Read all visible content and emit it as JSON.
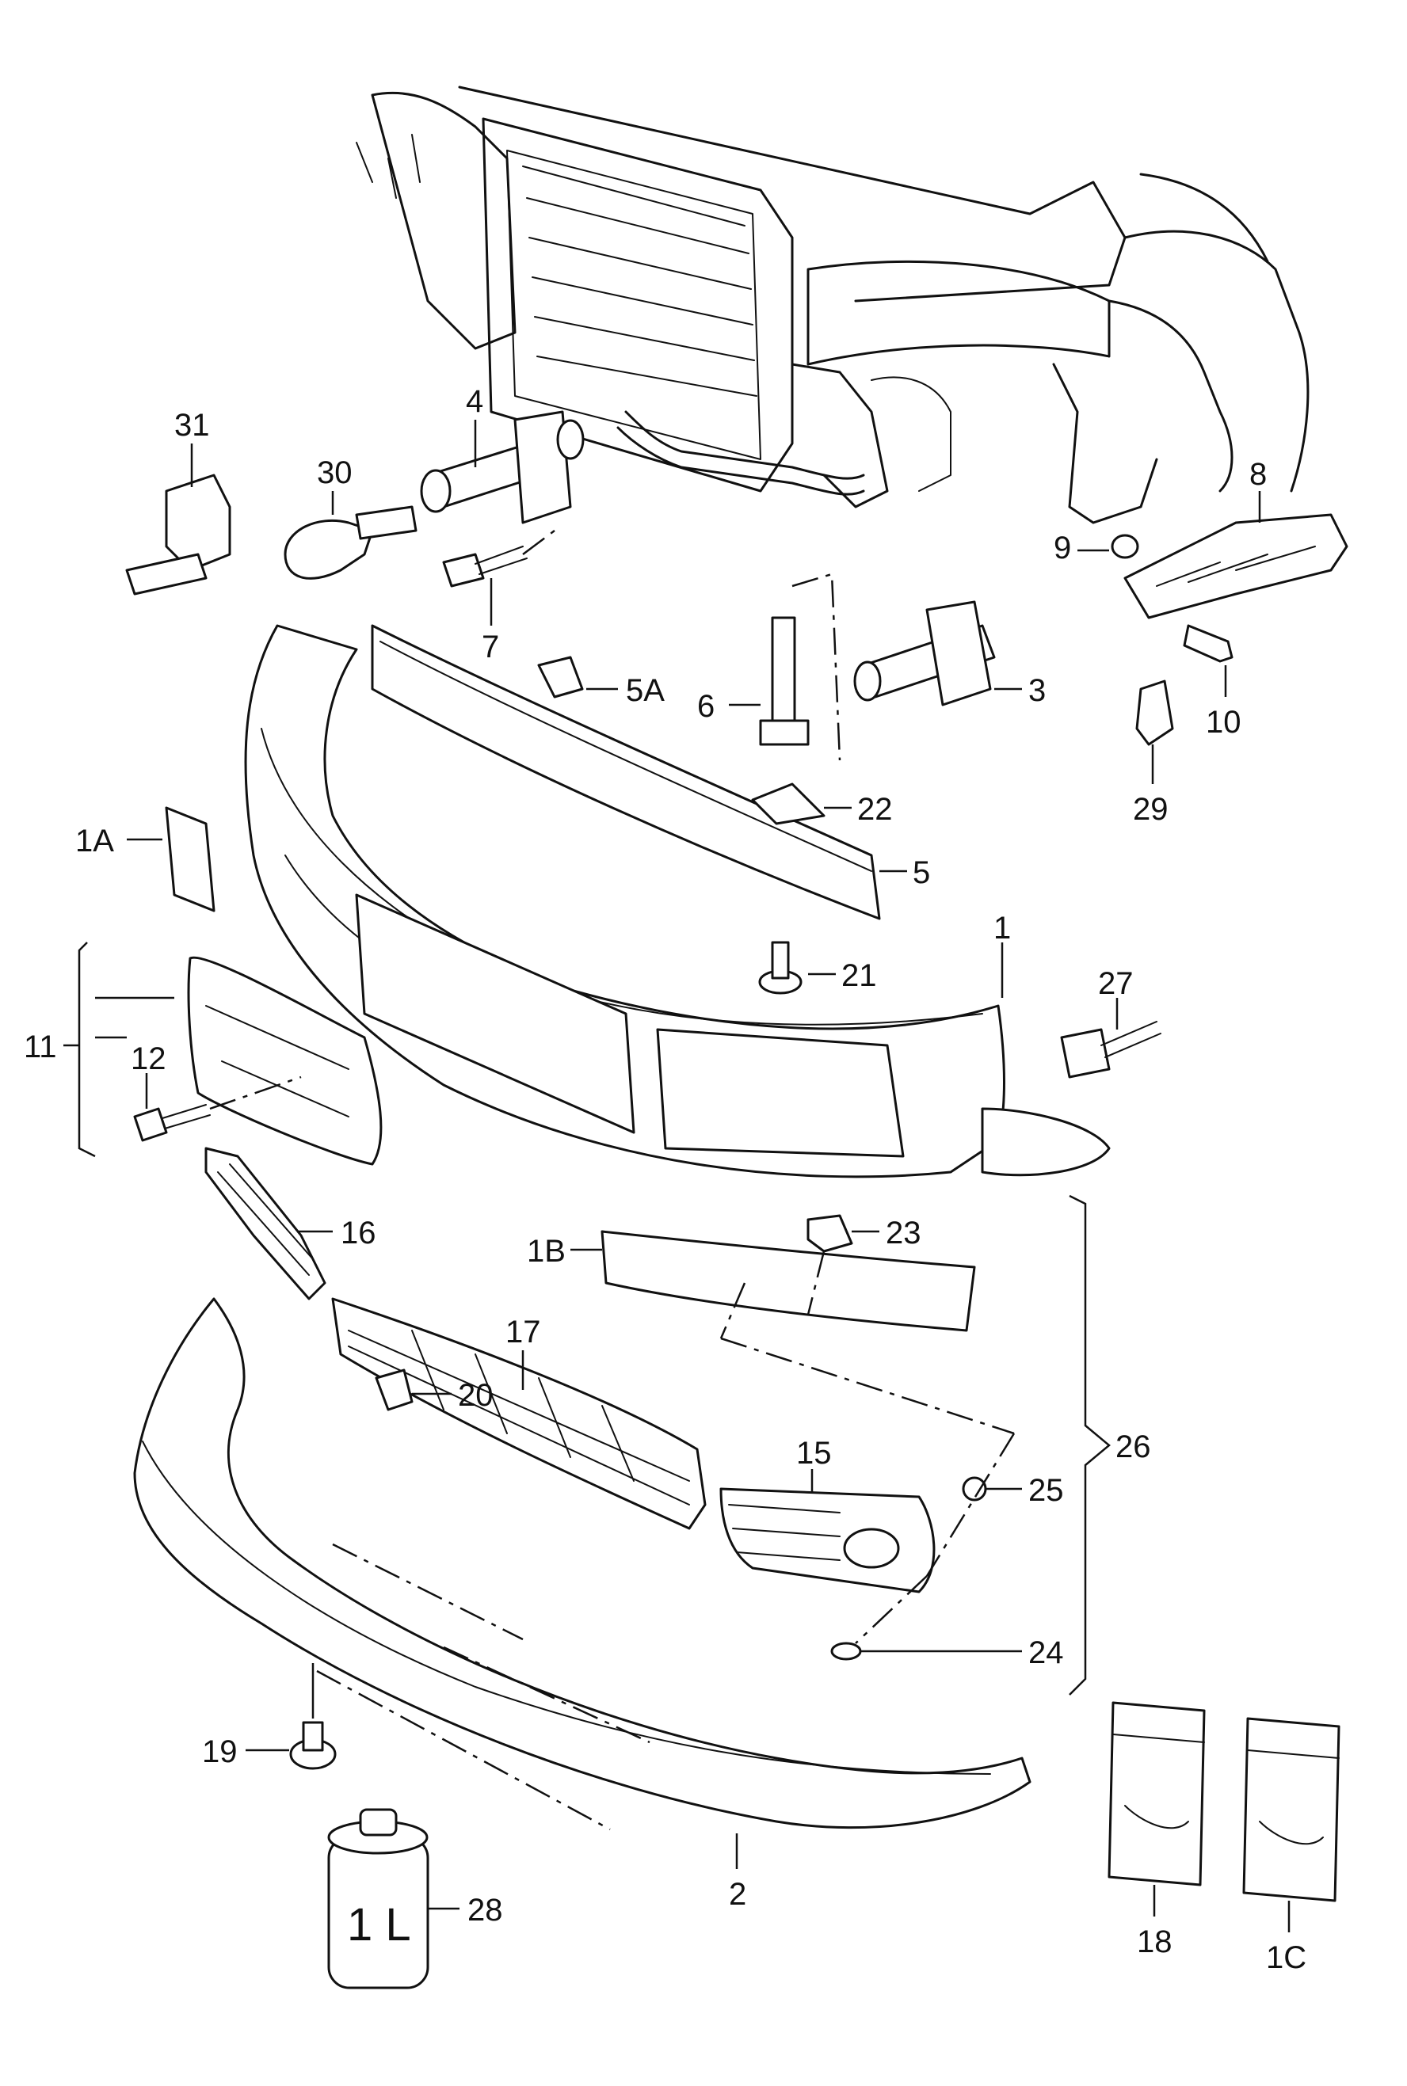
{
  "labels": {
    "l1": "1",
    "l1A": "1A",
    "l1B": "1B",
    "l1C": "1C",
    "l2": "2",
    "l3": "3",
    "l4": "4",
    "l5": "5",
    "l5A": "5A",
    "l6": "6",
    "l7": "7",
    "l8": "8",
    "l9": "9",
    "l10": "10",
    "l11": "11",
    "l12": "12",
    "l15": "15",
    "l16": "16",
    "l17": "17",
    "l18": "18",
    "l19": "19",
    "l20": "20",
    "l21": "21",
    "l22": "22",
    "l23": "23",
    "l24": "24",
    "l25": "25",
    "l26": "26",
    "l27": "27",
    "l28": "28",
    "l29": "29",
    "l30": "30",
    "l31": "31"
  },
  "bottle_text": "1 L"
}
